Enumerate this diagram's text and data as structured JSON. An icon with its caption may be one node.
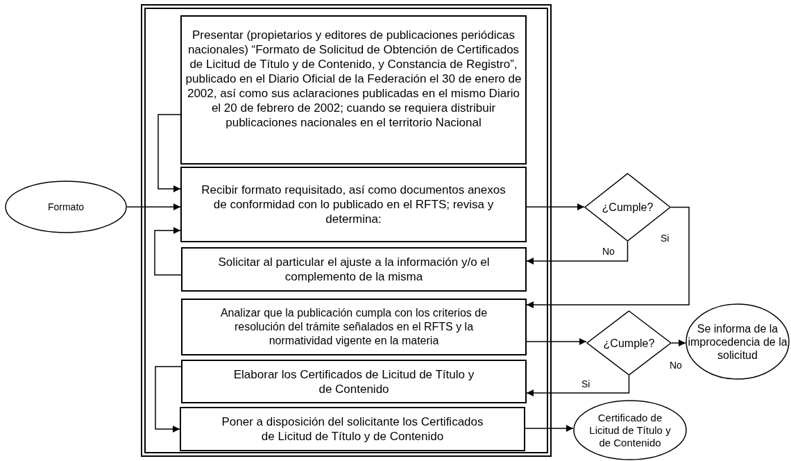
{
  "diagram": {
    "nodes": [
      {
        "text": [],
        "shape": "box"
      },
      {
        "text": [
          "Presentar (propietarios y editores de publicaciones periódicas nacionales) “Formato de Solicitud de Obtención de Certificados de Licitud de Título y de Contenido, y Constancia de Registro”, publicado en el Diario Oficial de la Federación el 30 de enero de 2002, así como sus aclaraciones publicadas en el mismo Diario el 20 de febrero de 2002; cuando se requiera distribuir publicaciones nacionales en el territorio Nacional"
        ],
        "in": 0
      },
      {
        "text": [
          "Recibir formato requisitado, así como documentos anexos de conformidad con lo publicado en el RFTS; revisa y determina:"
        ],
        "in": 0
      },
      {
        "text": [
          "Solicitar al particular el ajuste a la información y/o el complemento de la misma"
        ],
        "in": 0
      },
      {
        "text": [
          "Analizar que la publicación cumpla con los criterios de resolución del trámite señalados en el RFTS y la normatividad vigente en la materia"
        ],
        "in": 0
      },
      {
        "text": [
          "Elaborar los Certificados de Licitud de Título y de Contenido"
        ],
        "in": 0
      },
      {
        "text": [
          "Poner a disposición del solicitante los Certificados de Licitud de Título y de Contenido"
        ],
        "in": 0
      },
      {
        "text": [
          "Formato"
        ]
      },
      {
        "text": [
          "¿Cumple?"
        ]
      },
      {
        "text": [
          "¿Cumple?"
        ]
      },
      {
        "text": [
          "Se informa de la improcedencia de la solicitud"
        ]
      },
      {
        "text": [
          "Certificado de Licitud de Título y de Contenido"
        ]
      }
    ],
    "edges": [
      {
        "from": 1,
        "to": 2,
        "arrow": "to"
      },
      {
        "from": 7,
        "to": 2,
        "arrow": "to"
      },
      {
        "from": 2,
        "to": 8,
        "arrow": "to"
      },
      {
        "from": 8,
        "to": 3,
        "arrow": "to",
        "label": "No"
      },
      {
        "from": 8,
        "to": 4,
        "arrow": "to",
        "label": "Si"
      },
      {
        "from": 3,
        "to": 2,
        "arrow": "to"
      },
      {
        "from": 4,
        "to": 9,
        "arrow": "to"
      },
      {
        "from": 9,
        "to": 10,
        "arrow": "to",
        "label": "No"
      },
      {
        "from": 9,
        "to": 5,
        "arrow": "to",
        "label": "Si"
      },
      {
        "from": 5,
        "to": 6,
        "arrow": "to"
      },
      {
        "from": 6,
        "to": 11,
        "arrow": "to"
      }
    ]
  }
}
